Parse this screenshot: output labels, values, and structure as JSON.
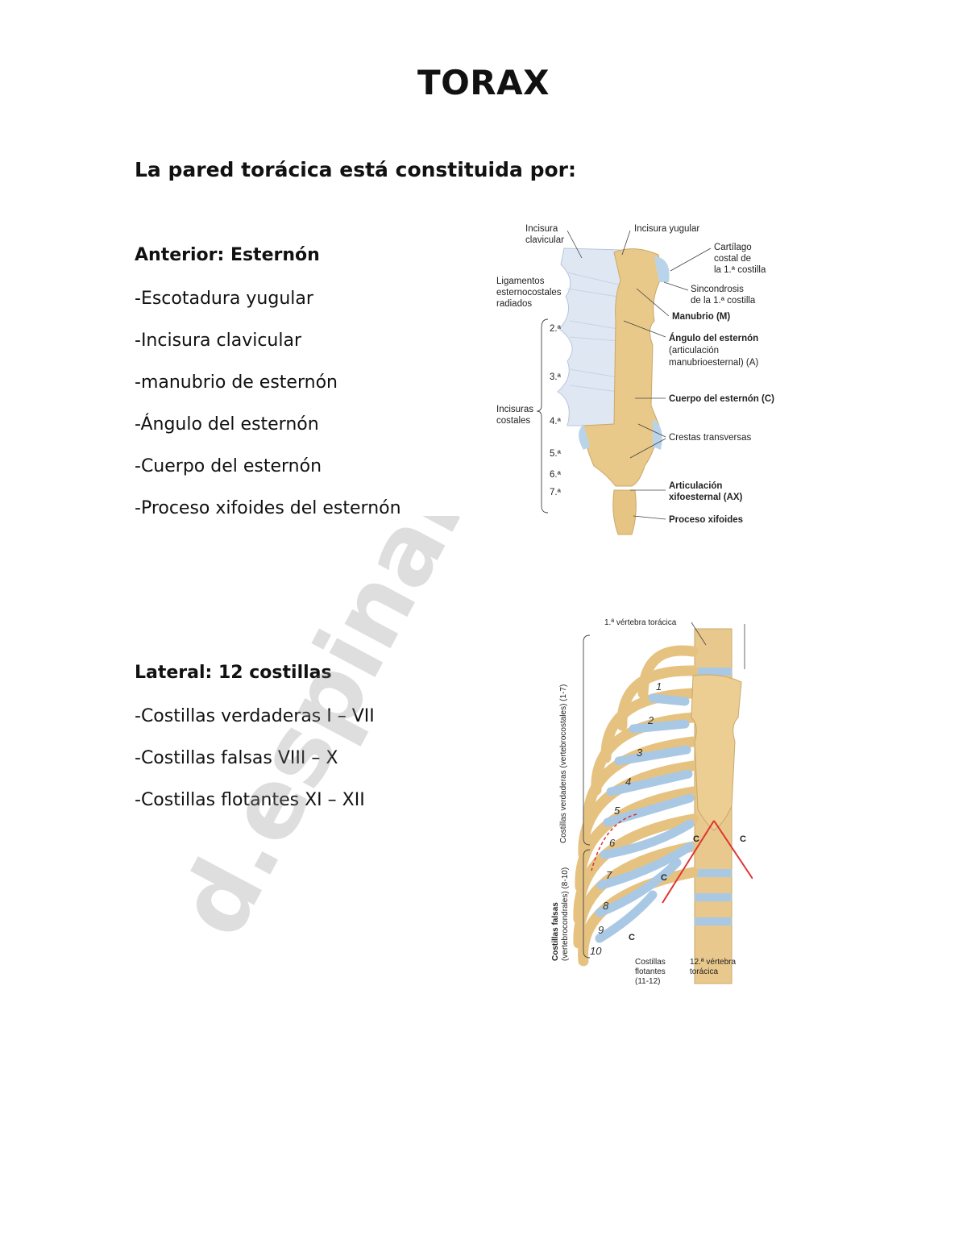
{
  "title": "TORAX",
  "intro": "La pared torácica está constituida por:",
  "anterior": {
    "heading": "Anterior: Esternón",
    "items": [
      "-Escotadura yugular",
      "-Incisura clavicular",
      "-manubrio de esternón",
      "-Ángulo del esternón",
      "-Cuerpo del esternón",
      "-Proceso xifoides del esternón"
    ]
  },
  "lateral": {
    "heading": "Lateral: 12 costillas",
    "items": [
      "-Costillas verdaderas I – VII",
      "-Costillas falsas VIII – X",
      "-Costillas flotantes XI – XII"
    ]
  },
  "sternum_figure": {
    "labels": {
      "incisura_clavicular_1": "Incisura",
      "incisura_clavicular_2": "clavicular",
      "incisura_yugular": "Incisura yugular",
      "cartilago_1": "Cartílago",
      "cartilago_2": "costal de",
      "cartilago_3": "la 1.ª costilla",
      "ligamentos_1": "Ligamentos",
      "ligamentos_2": "esternocostales",
      "ligamentos_3": "radiados",
      "sincondrosis_1": "Sincondrosis",
      "sincondrosis_2": "de la 1.ª costilla",
      "manubrio": "Manubrio (M)",
      "angulo_1": "Ángulo del esternón",
      "angulo_2": "(articulación",
      "angulo_3": "manubrioesternal) (A)",
      "cuerpo": "Cuerpo del esternón (C)",
      "incisuras_1": "Incisuras",
      "incisuras_2": "costales",
      "crestas": "Crestas transversas",
      "articulacion_1": "Articulación",
      "articulacion_2": "xifoesternal (AX)",
      "xifoides": "Proceso xifoides",
      "n2": "2.ª",
      "n3": "3.ª",
      "n4": "4.ª",
      "n5": "5.ª",
      "n6": "6.ª",
      "n7": "7.ª"
    }
  },
  "ribcage_figure": {
    "labels": {
      "vertebra1": "1.ª vértebra torácica",
      "verdaderas": "Costillas verdaderas (vertebrocostales) (1-7)",
      "falsas_1": "Costillas falsas",
      "falsas_2": "(vertebrocondrales) (8-10)",
      "flotantes_1": "Costillas",
      "flotantes_2": "flotantes",
      "flotantes_3": "(11-12)",
      "vertebra12_1": "12.ª vértebra",
      "vertebra12_2": "torácica",
      "c": "C"
    },
    "rib_numbers": [
      "1",
      "2",
      "3",
      "4",
      "5",
      "6",
      "7",
      "8",
      "9",
      "10"
    ]
  },
  "watermark": "d.espinamin..."
}
